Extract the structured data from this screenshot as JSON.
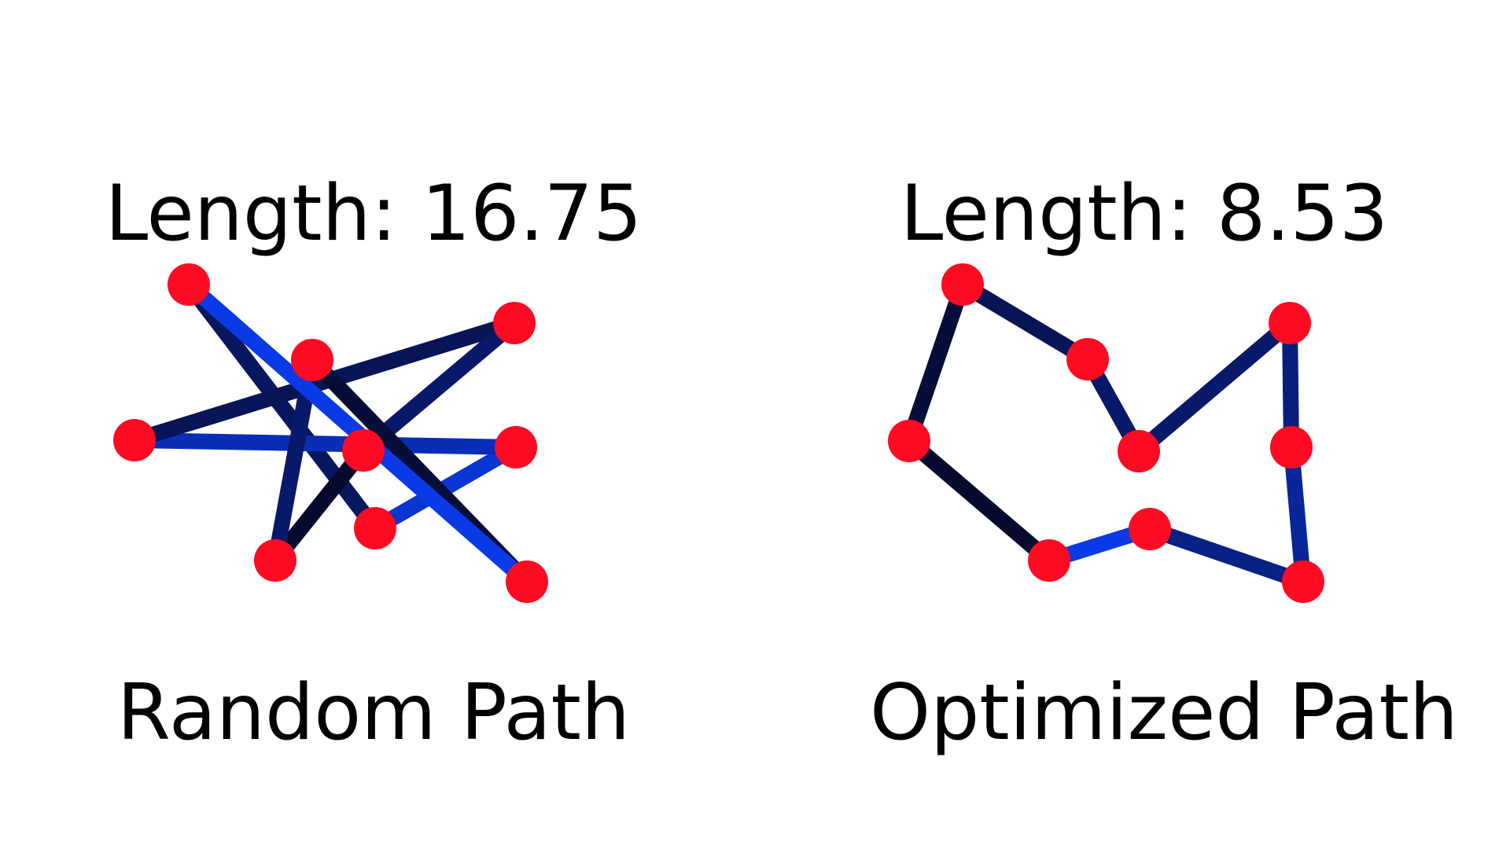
{
  "colors": {
    "node": "#ff0a23",
    "edge_dark": "#060a2e",
    "edge_bright": "#0a3cf0",
    "text": "#000000",
    "background": "#ffffff"
  },
  "panels": [
    {
      "id": "random",
      "length_text": "Length: 16.75",
      "caption": "Random Path",
      "node_count": 9,
      "edge_count": 9,
      "edges_shown": 9
    },
    {
      "id": "optimized",
      "length_text": "Length: 8.53",
      "caption": "Optimized Path",
      "node_count": 9,
      "edge_count": 9,
      "edges_shown": 9
    }
  ]
}
